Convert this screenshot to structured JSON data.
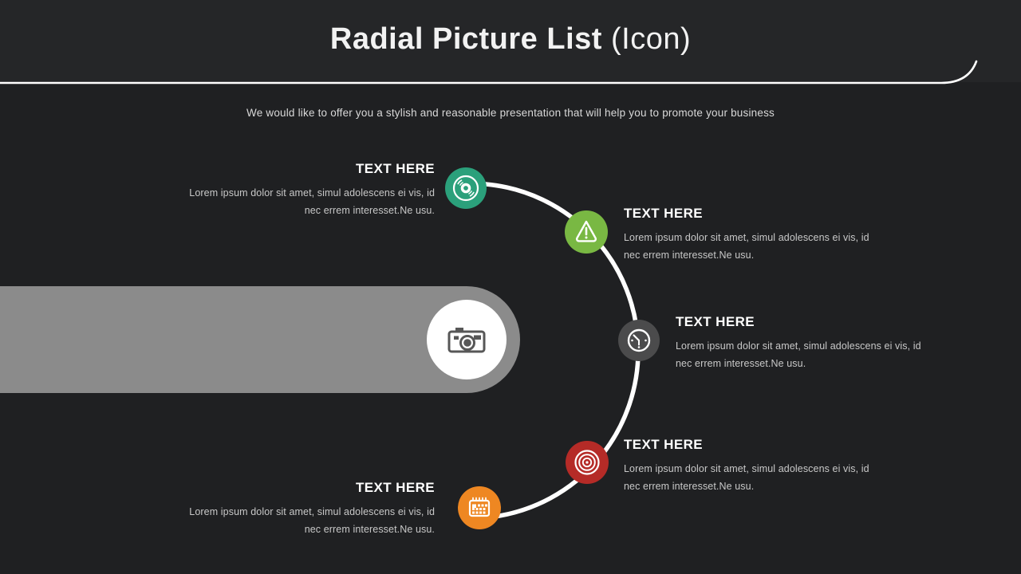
{
  "slide": {
    "title_bold": "Radial Picture List",
    "title_light": "(Icon)",
    "subtitle": "We would like to offer you a stylish and reasonable presentation that will help you to promote your business"
  },
  "picture_placeholder": {
    "band_color": "#8b8b8b",
    "circle_color": "#ffffff",
    "icon": "camera-icon",
    "icon_color": "#575757"
  },
  "arc_color": "#ffffff",
  "items": [
    {
      "heading": "TEXT HERE",
      "body": [
        "Lorem ipsum dolor sit amet, simul adolescens ei vis, id",
        "nec errem interesset.Ne usu."
      ],
      "icon": "vinyl-disc-icon",
      "color": "#2ba07b",
      "text_align": "right"
    },
    {
      "heading": "TEXT HERE",
      "body": [
        "Lorem ipsum dolor sit amet, simul adolescens ei vis, id",
        "nec errem interesset.Ne usu."
      ],
      "icon": "warning-triangle-icon",
      "color": "#79b843",
      "text_align": "left"
    },
    {
      "heading": "TEXT HERE",
      "body": [
        "Lorem ipsum dolor sit amet, simul adolescens ei vis, id",
        "nec errem interesset.Ne usu."
      ],
      "icon": "clock-icon",
      "color": "#4b4b4c",
      "text_align": "left"
    },
    {
      "heading": "TEXT HERE",
      "body": [
        "Lorem ipsum dolor sit amet, simul adolescens ei vis, id",
        "nec errem interesset.Ne usu."
      ],
      "icon": "target-icon",
      "color": "#b52b27",
      "text_align": "left"
    },
    {
      "heading": "TEXT HERE",
      "body": [
        "Lorem ipsum dolor sit amet, simul adolescens ei vis, id",
        "nec errem interesset.Ne usu."
      ],
      "icon": "calendar-icon",
      "color": "#ee8722",
      "text_align": "right"
    }
  ]
}
